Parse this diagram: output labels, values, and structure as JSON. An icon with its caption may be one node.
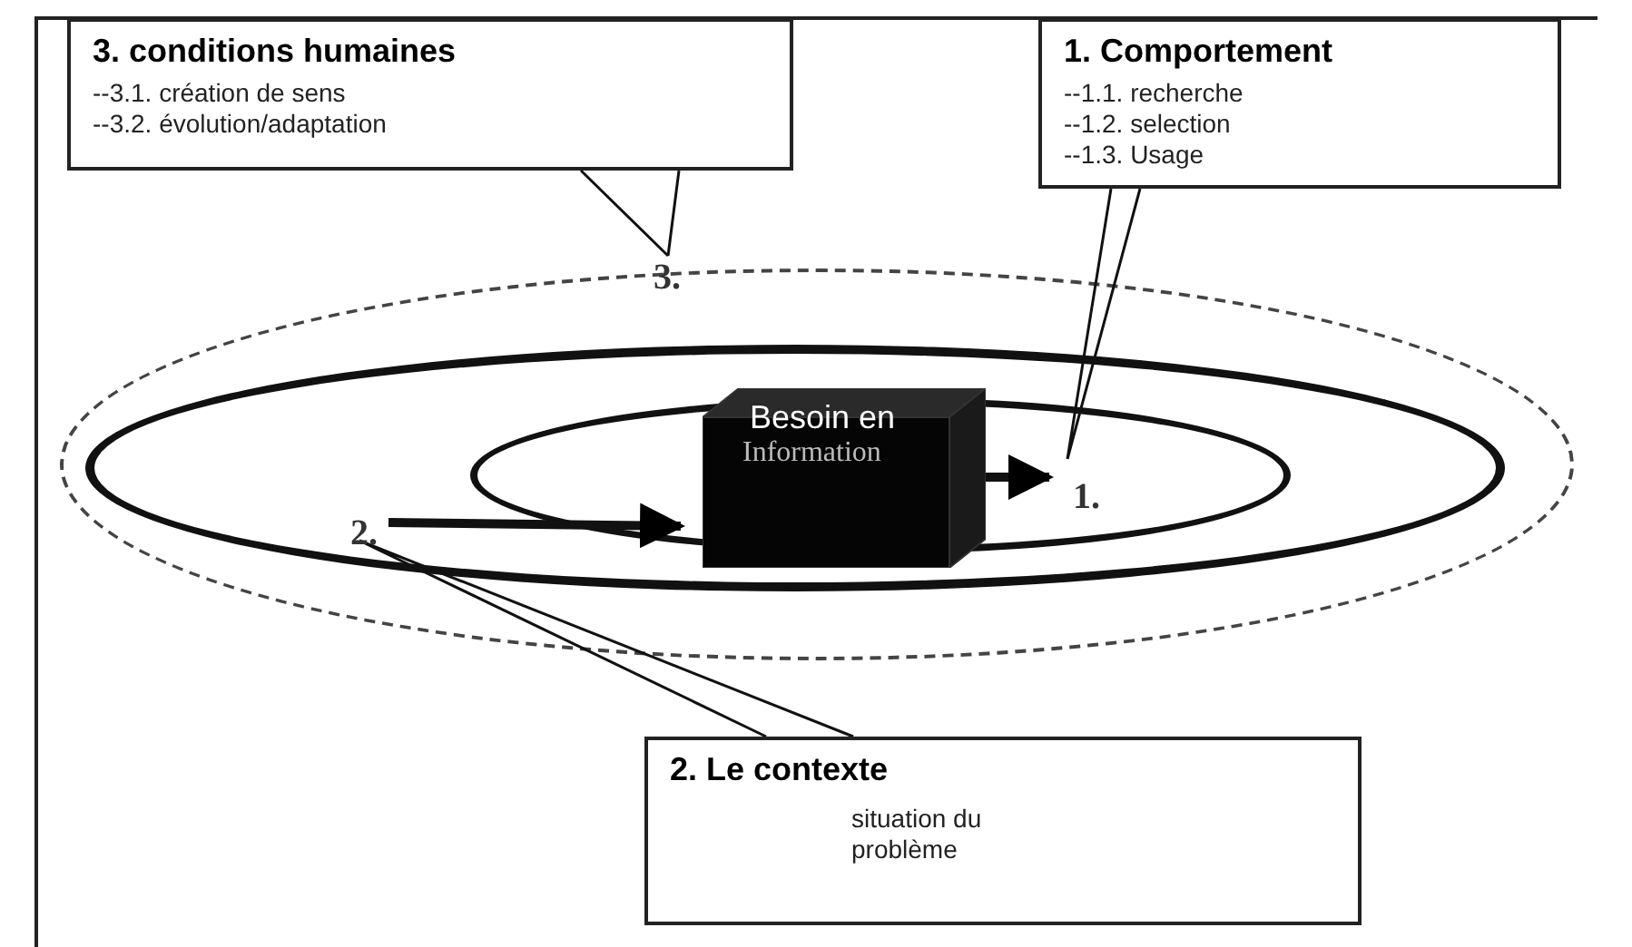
{
  "diagram": {
    "nodes": [
      {
        "text": [
          "3. conditions humaines",
          "--3.1. création de sens",
          "--3.2. évolution/adaptation"
        ]
      },
      {
        "text": [
          "1. Comportement",
          "--1.1. recherche",
          "--1.2. selection",
          "--1.3. Usage"
        ]
      },
      {
        "text": [],
        "shape": "ellipse"
      },
      {
        "text": [],
        "shape": "ellipse",
        "in": 2
      },
      {
        "text": [],
        "shape": "ellipse",
        "in": 3
      },
      {
        "text": [
          "3."
        ],
        "in": 2
      },
      {
        "text": [
          "2."
        ],
        "in": 3
      },
      {
        "text": [
          "Besoin en",
          "Information"
        ],
        "in": 4
      },
      {
        "text": [
          "1."
        ],
        "in": 4
      },
      {
        "text": [
          "2. Le contexte",
          "situation du problème"
        ]
      }
    ],
    "edges": [
      {
        "from": 6,
        "to": 7,
        "arrow": "to",
        "style": "thick"
      },
      {
        "from": 7,
        "to": 8,
        "arrow": "to",
        "style": "thick"
      },
      {
        "from": 0,
        "to": 5,
        "arrow": "none"
      },
      {
        "from": 1,
        "to": 8,
        "arrow": "none"
      },
      {
        "from": 9,
        "to": 6,
        "arrow": "none"
      }
    ]
  }
}
